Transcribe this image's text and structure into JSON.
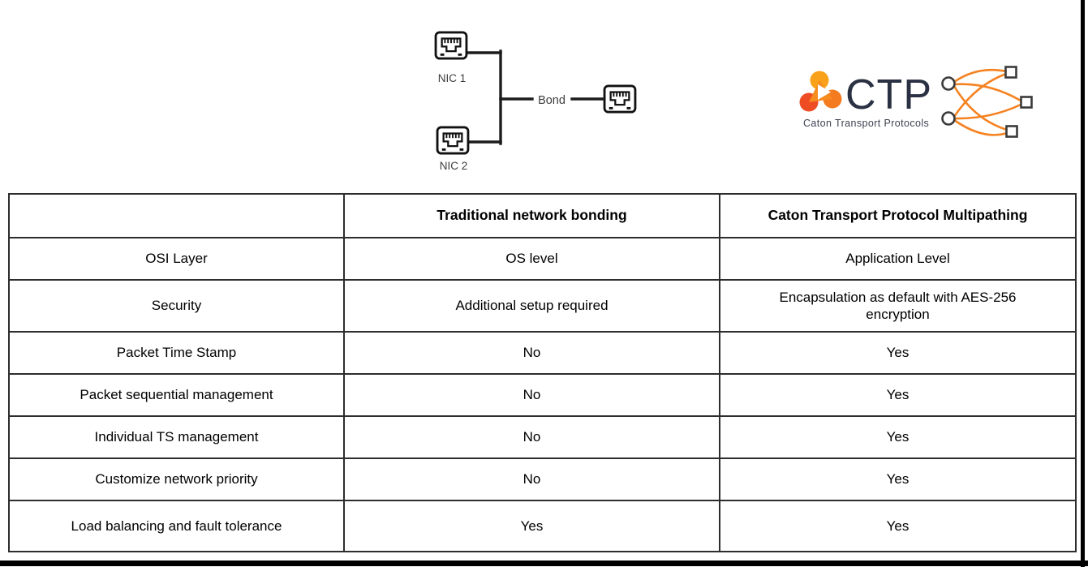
{
  "bonding_diagram": {
    "nic1_label": "NIC 1",
    "nic2_label": "NIC 2",
    "bond_label": "Bond",
    "icons": [
      "ethernet-port-icon",
      "ethernet-port-icon",
      "ethernet-port-icon"
    ],
    "line_color": "#1c1c1c"
  },
  "ctp_logo": {
    "acronym": "CTP",
    "tagline": "Caton Transport Protocols",
    "mark_icon": "ctp-play-triangle-mark",
    "colors": {
      "brand_orange": "#F58220",
      "brand_yellow_orange": "#F9A11B",
      "brand_red_orange": "#EE4D23",
      "brand_navy": "#2A3142"
    }
  },
  "multipath_diagram": {
    "description": "two source nodes connected to three destination nodes by crossing paths",
    "source_nodes": 2,
    "destination_nodes": 3,
    "path_color": "#F58220",
    "node_color": "#3a3a3a"
  },
  "comparison_table": {
    "columns": [
      "",
      "Traditional network bonding",
      "Caton Transport Protocol Multipathing"
    ],
    "rows": [
      {
        "feature": "OSI Layer",
        "traditional": "OS level",
        "ctp": "Application Level"
      },
      {
        "feature": "Security",
        "traditional": "Additional setup required",
        "ctp": "Encapsulation as default with AES-256 encryption"
      },
      {
        "feature": "Packet Time Stamp",
        "traditional": "No",
        "ctp": "Yes"
      },
      {
        "feature": "Packet sequential management",
        "traditional": "No",
        "ctp": "Yes"
      },
      {
        "feature": "Individual TS management",
        "traditional": "No",
        "ctp": "Yes"
      },
      {
        "feature": "Customize network priority",
        "traditional": "No",
        "ctp": "Yes"
      },
      {
        "feature": "Load balancing and fault tolerance",
        "traditional": "Yes",
        "ctp": "Yes"
      }
    ]
  }
}
